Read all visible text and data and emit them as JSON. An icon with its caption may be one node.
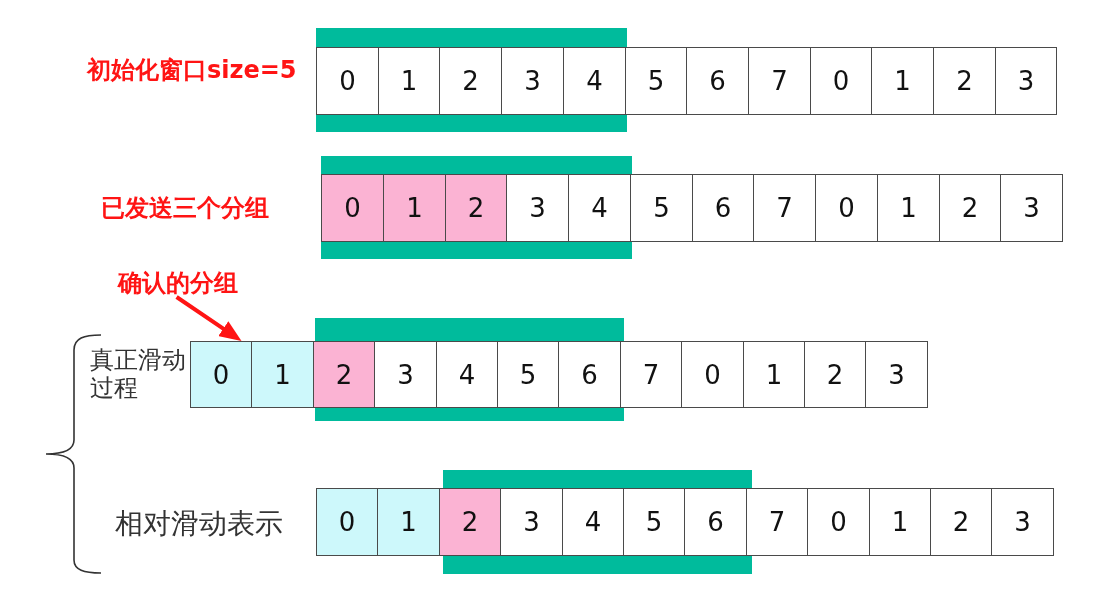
{
  "diagram": {
    "nodes": [
      {
        "text": [],
        "shape": "bar"
      },
      {
        "text": [
          "0"
        ]
      },
      {
        "text": [
          "1"
        ]
      },
      {
        "text": [
          "2"
        ]
      },
      {
        "text": [
          "3"
        ]
      },
      {
        "text": [
          "4"
        ]
      },
      {
        "text": [
          "5"
        ]
      },
      {
        "text": [
          "6"
        ]
      },
      {
        "text": [
          "7"
        ]
      },
      {
        "text": [
          "0"
        ]
      },
      {
        "text": [
          "1"
        ]
      },
      {
        "text": [
          "2"
        ]
      },
      {
        "text": [
          "3"
        ]
      },
      {
        "text": [],
        "shape": "bar"
      },
      {
        "text": [],
        "shape": "bar"
      },
      {
        "text": [
          "0"
        ]
      },
      {
        "text": [
          "1"
        ]
      },
      {
        "text": [
          "2"
        ]
      },
      {
        "text": [
          "3"
        ]
      },
      {
        "text": [
          "4"
        ]
      },
      {
        "text": [
          "5"
        ]
      },
      {
        "text": [
          "6"
        ]
      },
      {
        "text": [
          "7"
        ]
      },
      {
        "text": [
          "0"
        ]
      },
      {
        "text": [
          "1"
        ]
      },
      {
        "text": [
          "2"
        ]
      },
      {
        "text": [
          "3"
        ]
      },
      {
        "text": [],
        "shape": "bar"
      },
      {
        "text": [
          "确认的分组"
        ]
      },
      {
        "text": [],
        "shape": "bar"
      },
      {
        "text": [
          "0"
        ]
      },
      {
        "text": [
          "1"
        ]
      },
      {
        "text": [
          "2"
        ]
      },
      {
        "text": [
          "3"
        ]
      },
      {
        "text": [
          "4"
        ]
      },
      {
        "text": [
          "5"
        ]
      },
      {
        "text": [
          "6"
        ]
      },
      {
        "text": [
          "7"
        ]
      },
      {
        "text": [
          "0"
        ]
      },
      {
        "text": [
          "1"
        ]
      },
      {
        "text": [
          "2"
        ]
      },
      {
        "text": [
          "3"
        ]
      },
      {
        "text": [],
        "shape": "bar"
      },
      {
        "text": [],
        "shape": "bar"
      },
      {
        "text": [
          "0"
        ]
      },
      {
        "text": [
          "1"
        ]
      },
      {
        "text": [
          "2"
        ]
      },
      {
        "text": [
          "3"
        ]
      },
      {
        "text": [
          "4"
        ]
      },
      {
        "text": [
          "5"
        ]
      },
      {
        "text": [
          "6"
        ]
      },
      {
        "text": [
          "7"
        ]
      },
      {
        "text": [
          "0"
        ]
      },
      {
        "text": [
          "1"
        ]
      },
      {
        "text": [
          "2"
        ]
      },
      {
        "text": [
          "3"
        ]
      },
      {
        "text": [],
        "shape": "bar"
      }
    ],
    "edges": [
      {
        "from": 28,
        "to": 30,
        "arrow": "to"
      }
    ],
    "labels": [
      "初始化窗口size=5",
      "已发送三个分组",
      "真正滑动过程",
      "相对滑动表示"
    ]
  }
}
